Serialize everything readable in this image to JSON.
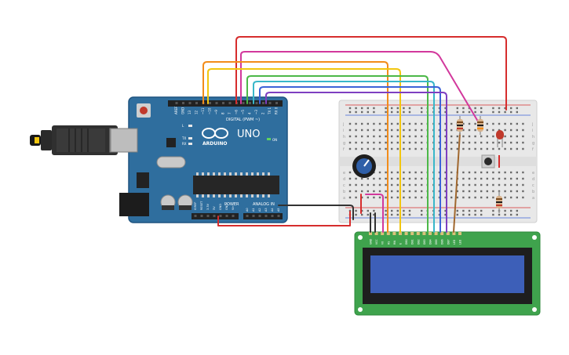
{
  "arduino": {
    "brand": "ARDUINO",
    "model": "UNO",
    "digital_label": "DIGITAL (PWM ~)",
    "power_label": "POWER",
    "analog_label": "ANALOG IN",
    "on_label": "ON",
    "tx_label": "TX",
    "rx_label": "RX",
    "l_label": "L",
    "digital_pins": [
      "AREF",
      "GND",
      "13",
      "12",
      "~11",
      "~10",
      "~9",
      "8",
      "7",
      "~6",
      "~5",
      "4",
      "~3",
      "2",
      "TX 1",
      "RX 0"
    ],
    "power_pins": [
      "IOREF",
      "RESET",
      "3.3V",
      "5V",
      "GND",
      "GND",
      "Vin"
    ],
    "analog_pins": [
      "A0",
      "A1",
      "A2",
      "A3",
      "A4",
      "A5"
    ]
  },
  "breadboard": {
    "row_letters_top": [
      "j",
      "i",
      "h",
      "g",
      "f"
    ],
    "row_letters_bottom": [
      "e",
      "d",
      "c",
      "b",
      "a"
    ]
  },
  "lcd": {
    "pin_labels": [
      "GND",
      "VCC",
      "V0",
      "RS",
      "RW",
      "E",
      "DB0",
      "DB1",
      "DB2",
      "DB3",
      "DB4",
      "DB5",
      "DB6",
      "DB7",
      "LED",
      "LED"
    ]
  },
  "colors": {
    "board": "#2f6e9e",
    "board_dark": "#24587f",
    "breadboard": "#e8e8e8",
    "lcd_pcb": "#3fa34d",
    "lcd_screen": "#3d5fb8",
    "wire_red": "#d62d2d",
    "wire_orange": "#f28c1a",
    "wire_yellow": "#f2c60f",
    "wire_green": "#4cb848",
    "wire_cyan": "#39b7c9",
    "wire_blue": "#3c62d8",
    "wire_purple": "#7e3fc1",
    "wire_magenta": "#d2389c",
    "wire_black": "#333333",
    "wire_brown": "#a0672e"
  }
}
